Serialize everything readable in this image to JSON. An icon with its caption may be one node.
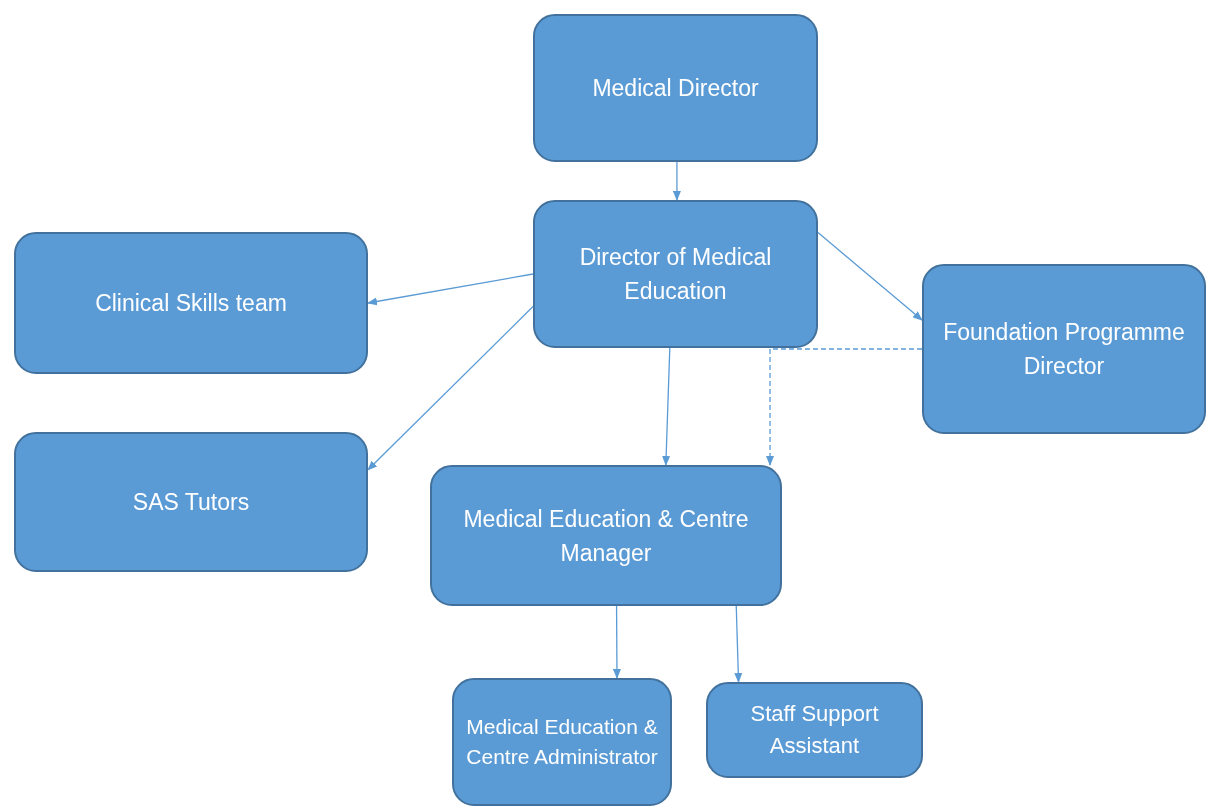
{
  "diagram": {
    "nodes": [
      {
        "text": [
          "Medical Director"
        ]
      },
      {
        "text": [
          "Director of Medical Education"
        ]
      },
      {
        "text": [
          "Clinical Skills team"
        ]
      },
      {
        "text": [
          "Foundation Programme Director"
        ]
      },
      {
        "text": [
          "SAS Tutors"
        ]
      },
      {
        "text": [
          "Medical Education & Centre Manager"
        ]
      },
      {
        "text": [
          "Medical Education & Centre Administrator"
        ]
      },
      {
        "text": [
          "Staff Support Assistant"
        ]
      }
    ],
    "edges": [
      {
        "from": 0,
        "to": 1,
        "arrow": "to"
      },
      {
        "from": 1,
        "to": 2,
        "arrow": "to"
      },
      {
        "from": 1,
        "to": 3,
        "arrow": "to"
      },
      {
        "from": 1,
        "to": 4,
        "arrow": "to"
      },
      {
        "from": 1,
        "to": 5,
        "arrow": "to"
      },
      {
        "from": 3,
        "to": 5,
        "arrow": "to",
        "style": "dashed"
      },
      {
        "from": 5,
        "to": 6,
        "arrow": "to"
      },
      {
        "from": 5,
        "to": 7,
        "arrow": "to"
      }
    ]
  }
}
